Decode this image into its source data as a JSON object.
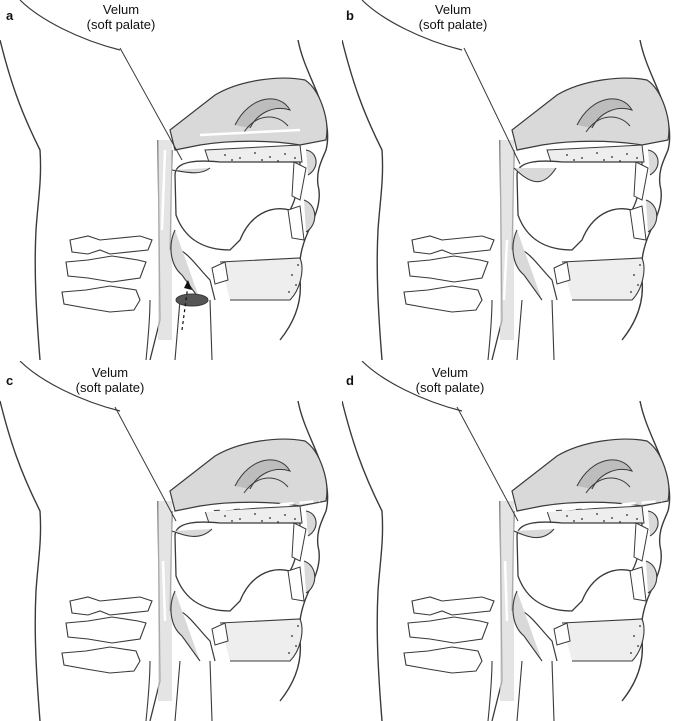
{
  "panels": [
    {
      "letter": "a",
      "label_line1": "Velum",
      "label_line2": "(soft palate)"
    },
    {
      "letter": "b",
      "label_line1": "Velum",
      "label_line2": "(soft palate)"
    },
    {
      "letter": "c",
      "label_line1": "Velum",
      "label_line2": "(soft palate)"
    },
    {
      "letter": "d",
      "label_line1": "Velum",
      "label_line2": "(soft palate)"
    }
  ],
  "colors": {
    "tissue": "#d9d9d9",
    "outline": "#3a3a3a",
    "airflow_arrow": "#ffffff",
    "background": "#ffffff"
  },
  "icons": [
    "vertebra-icon",
    "airflow-arrow-icon",
    "larynx-ring-icon"
  ]
}
